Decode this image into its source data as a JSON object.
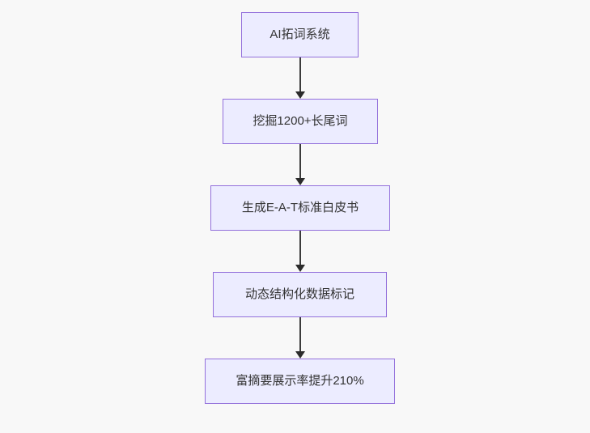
{
  "diagram": {
    "type": "flowchart",
    "direction": "top-down",
    "nodes": [
      {
        "id": "n1",
        "label": "AI拓词系统"
      },
      {
        "id": "n2",
        "label": "挖掘1200+长尾词"
      },
      {
        "id": "n3",
        "label": "生成E-A-T标准白皮书"
      },
      {
        "id": "n4",
        "label": "动态结构化数据标记"
      },
      {
        "id": "n5",
        "label": "富摘要展示率提升210%"
      }
    ],
    "edges": [
      {
        "from": "n1",
        "to": "n2",
        "style": "arrow-down"
      },
      {
        "from": "n2",
        "to": "n3",
        "style": "arrow-down"
      },
      {
        "from": "n3",
        "to": "n4",
        "style": "arrow-down"
      },
      {
        "from": "n4",
        "to": "n5",
        "style": "arrow-down"
      }
    ],
    "colors": {
      "node_fill": "#ececff",
      "node_border": "#9370db",
      "node_text": "#333333",
      "arrow": "#333333",
      "background": "#f8f8f8"
    }
  }
}
